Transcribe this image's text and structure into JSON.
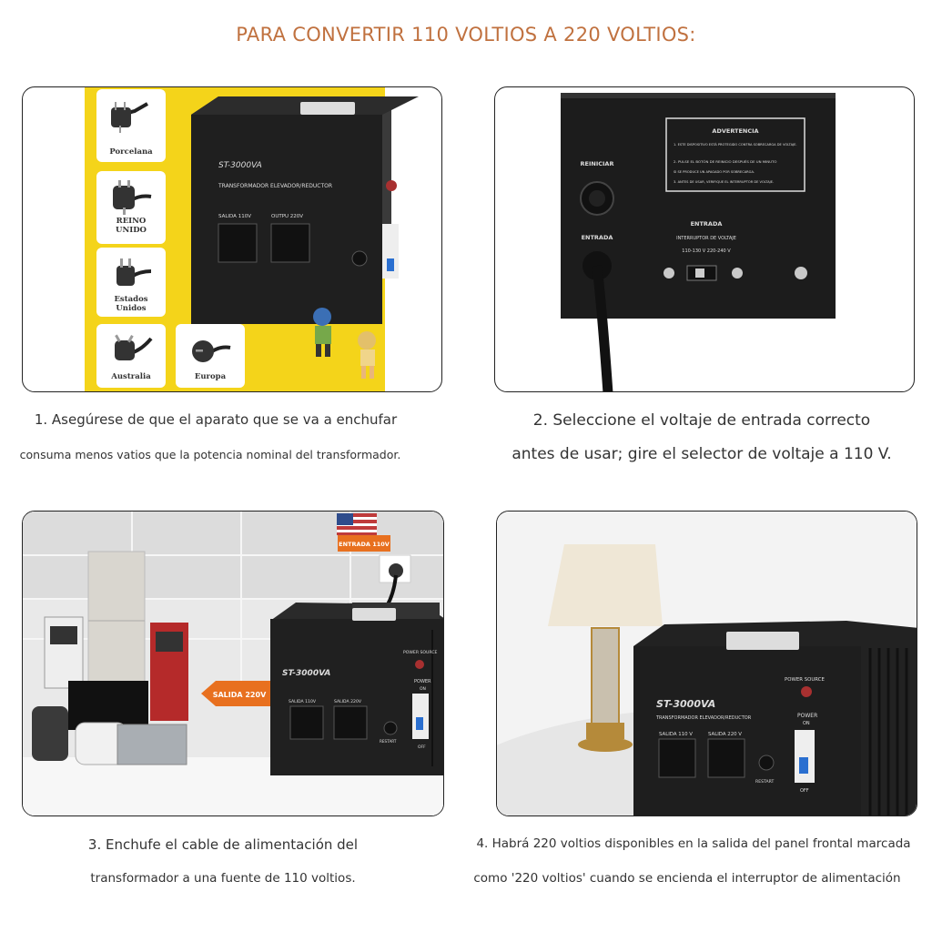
{
  "header": {
    "title": "PARA CONVERTIR 110 VOLTIOS A 220 VOLTIOS:"
  },
  "panel1": {
    "plugs": [
      {
        "label": "Porcelana"
      },
      {
        "label": "REINO UNIDO"
      },
      {
        "label": "Estados Unidos"
      },
      {
        "label": "Australia"
      },
      {
        "label": "Europa"
      }
    ],
    "device_model": "ST-3000VA",
    "device_subtitle": "TRANSFORMADOR ELEVADOR/REDUCTOR",
    "outlet_left": "SALIDA 110V",
    "outlet_right": "OUTPU 220V"
  },
  "panel2": {
    "warning_title": "ADVERTENCIA",
    "warning_lines": [
      "1. ESTE DISPOSITIVO ESTÁ PROTEGIDO CONTRA SOBRECARGA DE VOLTAJE.",
      "2. PULSE EL BOTÓN DE REINICIO DESPUÉS DE UN MINUTO",
      "SI SE PRODUCE UN APAGADO POR SOBRECARGA.",
      "3. ANTES DE USAR, VERIFIQUE EL INTERRUPTOR DE VOLTAJE."
    ],
    "reset_label": "REINICIAR",
    "input_label": "ENTRADA",
    "input_title": "ENTRADA",
    "voltage_switch_label": "INTERRUPTOR DE VOLTAJE",
    "voltage_options": "110-130 V  220-240 V"
  },
  "panel3": {
    "badge_input": "ENTRADA 110V",
    "badge_output": "SALIDA 220V",
    "device_model": "ST-3000VA",
    "power_source": "POWER SOURCE",
    "power": "POWER",
    "on": "ON",
    "off": "OFF",
    "outlet_left": "SALIDA 110V",
    "outlet_right": "SALIDA 220V",
    "restart": "RESTART"
  },
  "panel4": {
    "device_model": "ST-3000VA",
    "device_subtitle": "TRANSFORMADOR ELEVADOR/REDUCTOR",
    "power_source": "POWER SOURCE",
    "power": "POWER",
    "on": "ON",
    "off": "OFF",
    "outlet_left": "SALIDA 110 V",
    "outlet_right": "SALIDA 220 V",
    "restart": "RESTART"
  },
  "captions": {
    "step1_line1": "1. Asegúrese de que el aparato que se va a enchufar",
    "step1_line2": "consuma menos vatios que la potencia nominal del transformador.",
    "step2_line1": "2. Seleccione el voltaje de entrada correcto",
    "step2_line2": "antes de usar; gire el selector de voltaje a 110 V.",
    "step3_line1": "3. Enchufe el cable de alimentación del",
    "step3_line2": "transformador a una fuente de 110 voltios.",
    "step4_line1": "4. Habrá 220 voltios disponibles en la salida del panel frontal marcada",
    "step4_line2": "como '220 voltios' cuando se encienda el interruptor de alimentación"
  },
  "colors": {
    "title": "#c0713f",
    "badge": "#e8701f",
    "plug_background": "#f4d41a",
    "device": "#2a2a2a"
  }
}
